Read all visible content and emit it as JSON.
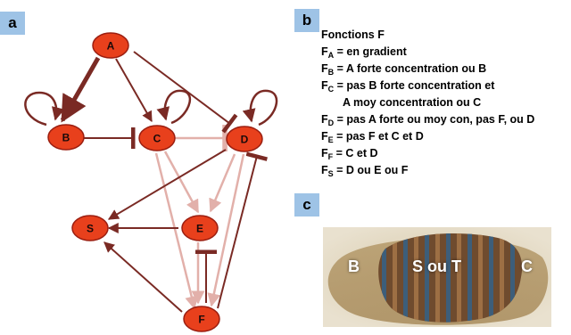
{
  "panels": {
    "a": "a",
    "b": "b",
    "c": "c"
  },
  "network": {
    "nodes": [
      {
        "id": "A",
        "label": "A"
      },
      {
        "id": "B",
        "label": "B"
      },
      {
        "id": "C",
        "label": "C"
      },
      {
        "id": "D",
        "label": "D"
      },
      {
        "id": "S",
        "label": "S"
      },
      {
        "id": "E",
        "label": "E"
      },
      {
        "id": "F",
        "label": "F"
      }
    ],
    "colors": {
      "node": "#e8401c",
      "node_edge": "#9b1e10",
      "dark_edge": "#7a2a24",
      "light_edge": "#e2b0aa"
    }
  },
  "functions": {
    "title": "Fonctions F",
    "rules": [
      {
        "sym": "F",
        "sub": "A",
        "text": " = en gradient"
      },
      {
        "sym": "F",
        "sub": "B",
        "text": " = A forte concentration ou B"
      },
      {
        "sym": "F",
        "sub": "C",
        "text": " = pas B forte concentration et"
      },
      {
        "sym": "",
        "sub": "",
        "text": "A moy concentration ou C"
      },
      {
        "sym": "F",
        "sub": "D",
        "text": " = pas A forte ou moy con, pas F, ou D"
      },
      {
        "sym": "F",
        "sub": "E",
        "text": " = pas F et C et D"
      },
      {
        "sym": "F",
        "sub": "F",
        "text": " = C et D"
      },
      {
        "sym": "F",
        "sub": "S",
        "text": " = D ou E ou F"
      }
    ]
  },
  "embryo": {
    "left_label": "B",
    "center_label": "S ou T",
    "right_label": "C"
  }
}
